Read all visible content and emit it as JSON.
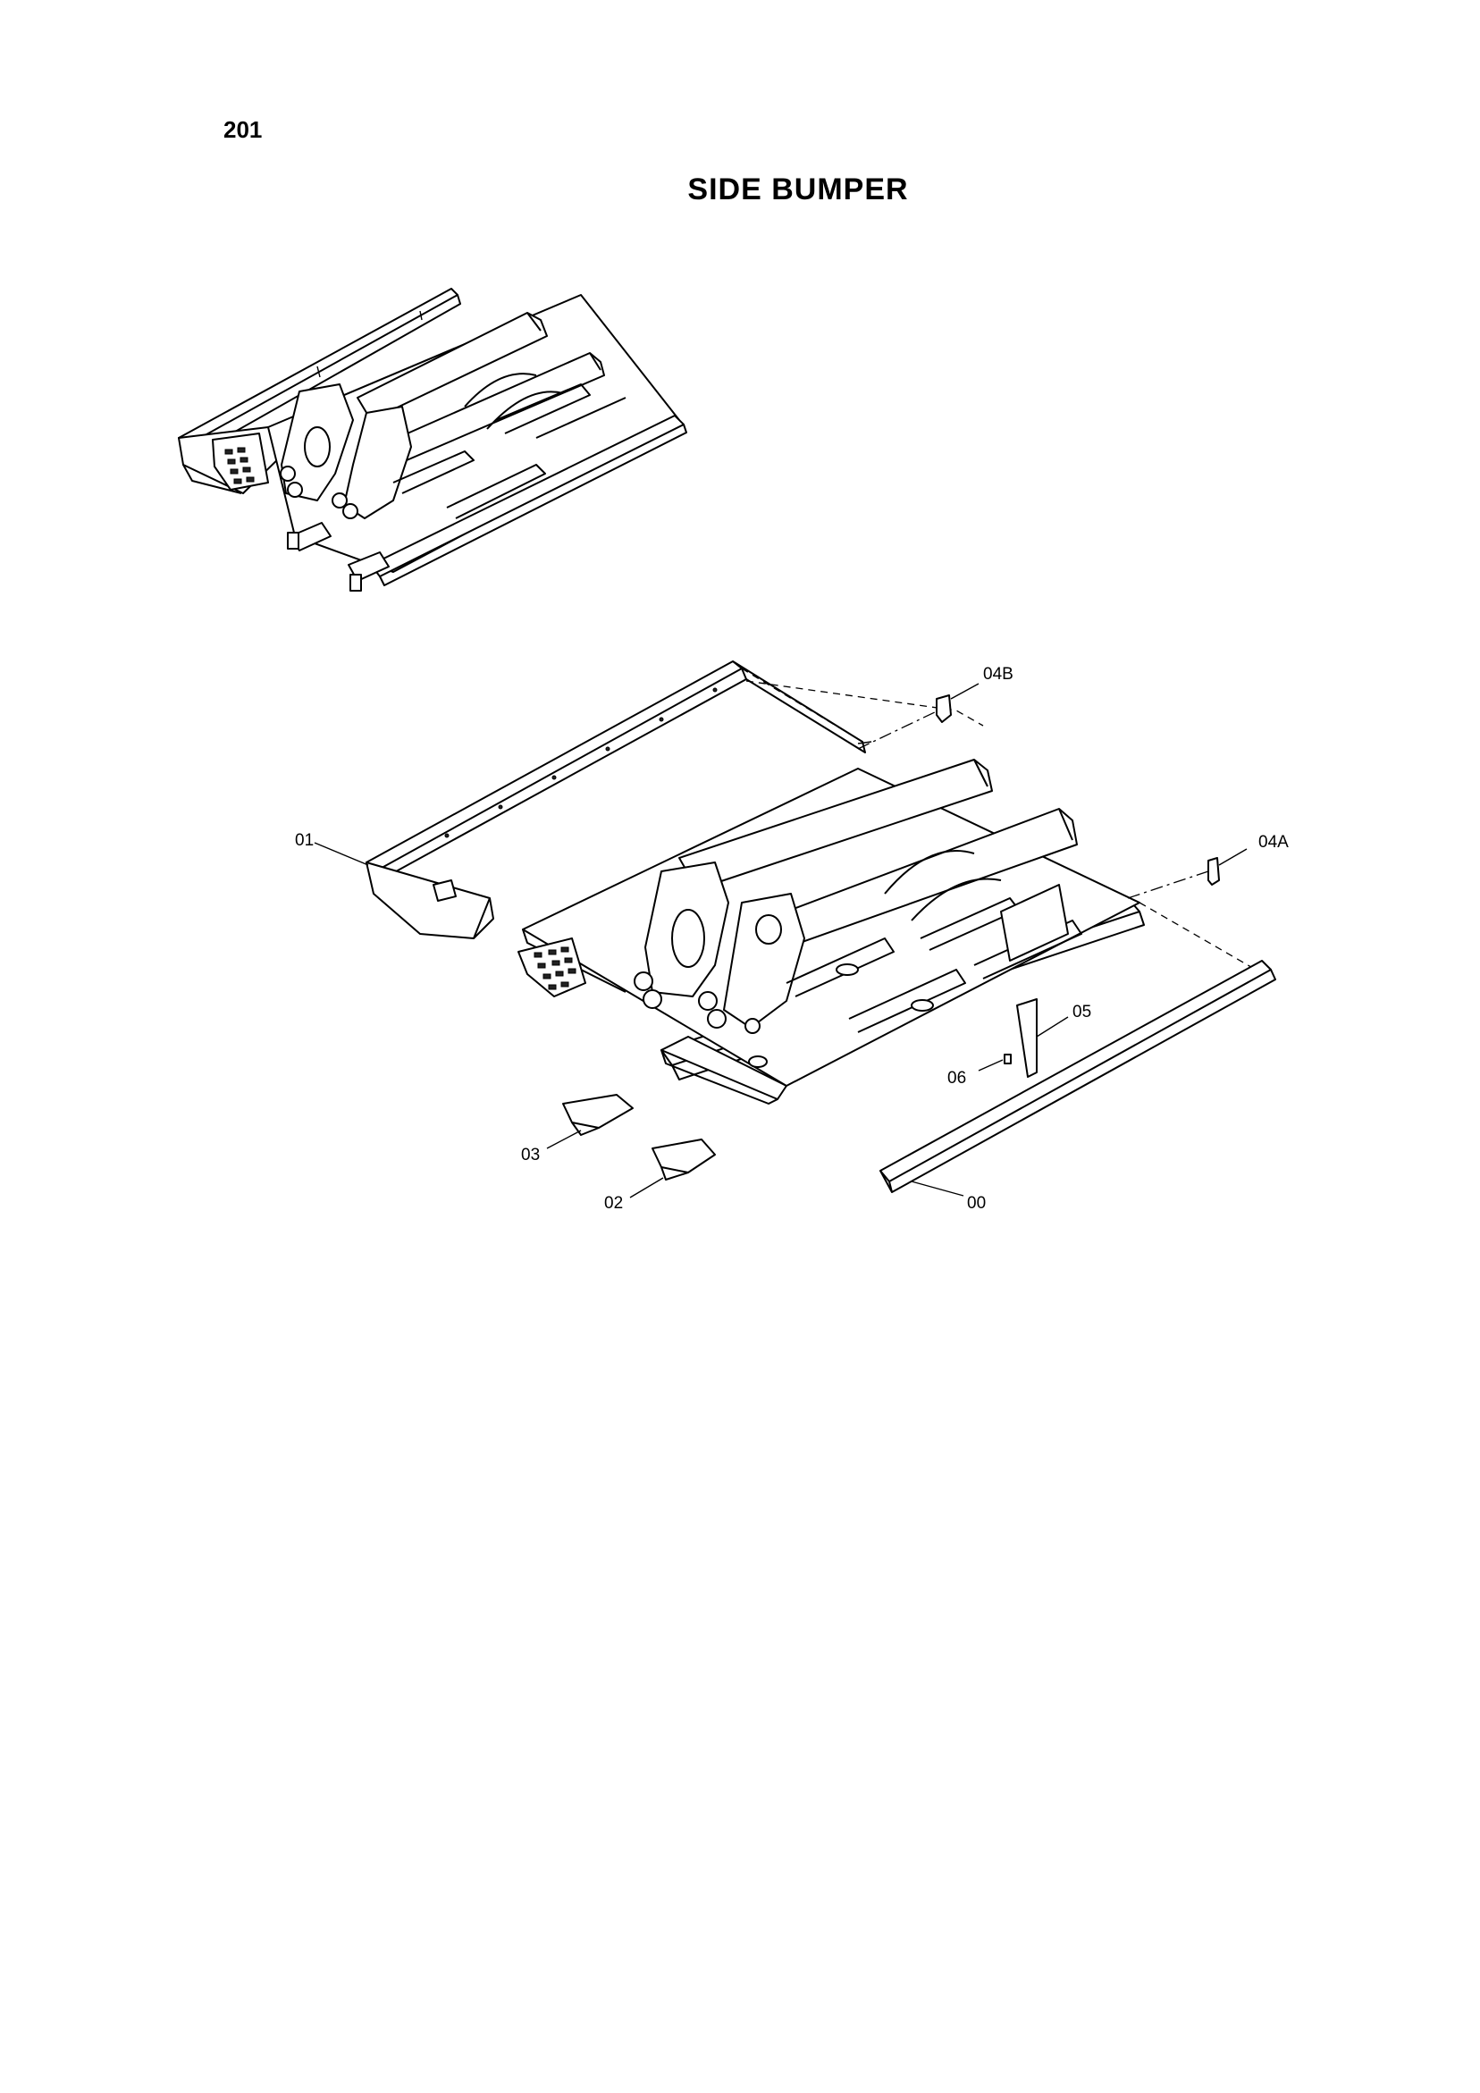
{
  "page": {
    "number": "201",
    "title": "SIDE BUMPER"
  },
  "callouts": {
    "c00": "00",
    "c01": "01",
    "c02": "02",
    "c03": "03",
    "c04A": "04A",
    "c04B": "04B",
    "c05": "05",
    "c06": "06"
  }
}
